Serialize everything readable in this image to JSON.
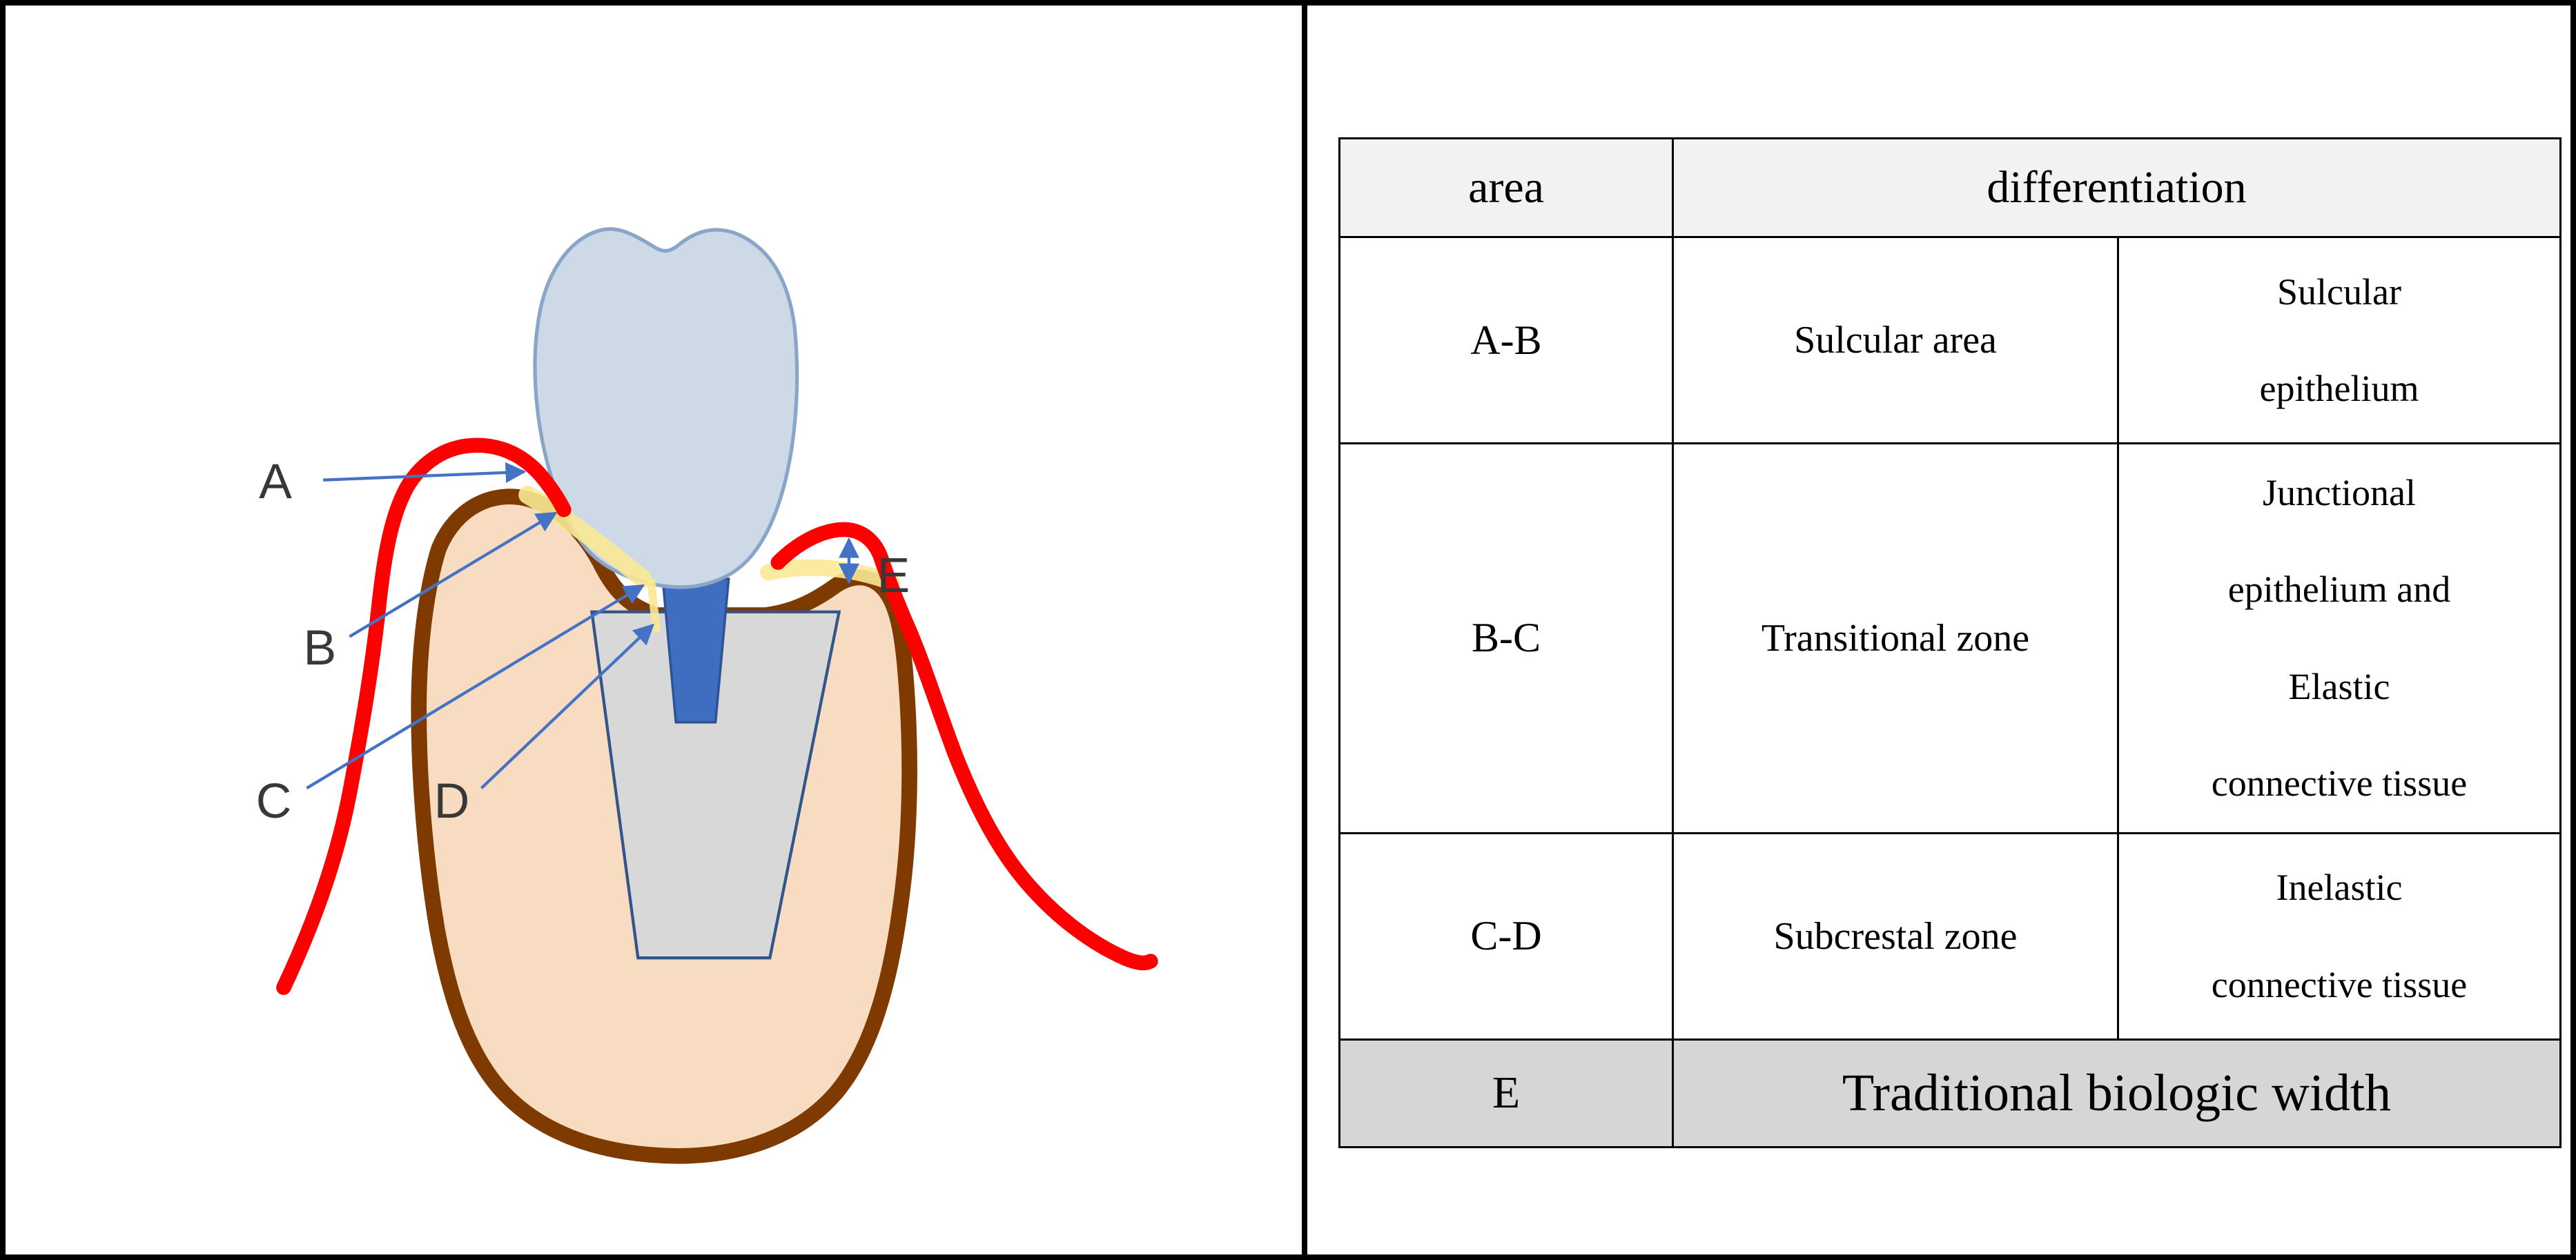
{
  "colors": {
    "table_header_bg": "#f2f2f2",
    "table_footer_bg": "#d6d6d6"
  },
  "diagram": {
    "labels": {
      "A": "A",
      "B": "B",
      "C": "C",
      "D": "D",
      "E": "E"
    },
    "colors": {
      "gingiva_red": "#fe0000",
      "bone_fill": "#f8dcc2",
      "bone_outline": "#7e3a00",
      "crown_fill": "#cdd9e6",
      "crown_stroke": "#89a6c9",
      "abutment_fill": "#3f6ec0",
      "abutment_stroke": "#2f5496",
      "implant_fill": "#d8d8d8",
      "implant_stroke": "#34558b",
      "highlight_yellow": "#fae993",
      "arrow_blue": "#4472c4",
      "label_color": "#383838"
    }
  },
  "table": {
    "header": {
      "area": "area",
      "differentiation": "differentiation"
    },
    "rows": [
      {
        "area": "A-B",
        "zone": "Sulcular area",
        "tissue": "Sulcular\nepithelium"
      },
      {
        "area": "B-C",
        "zone": "Transitional zone",
        "tissue": "Junctional\nepithelium and\nElastic\nconnective tissue"
      },
      {
        "area": "C-D",
        "zone": "Subcrestal zone",
        "tissue": "Inelastic\nconnective tissue"
      }
    ],
    "footer": {
      "area": "E",
      "label": "Traditional biologic width"
    }
  }
}
